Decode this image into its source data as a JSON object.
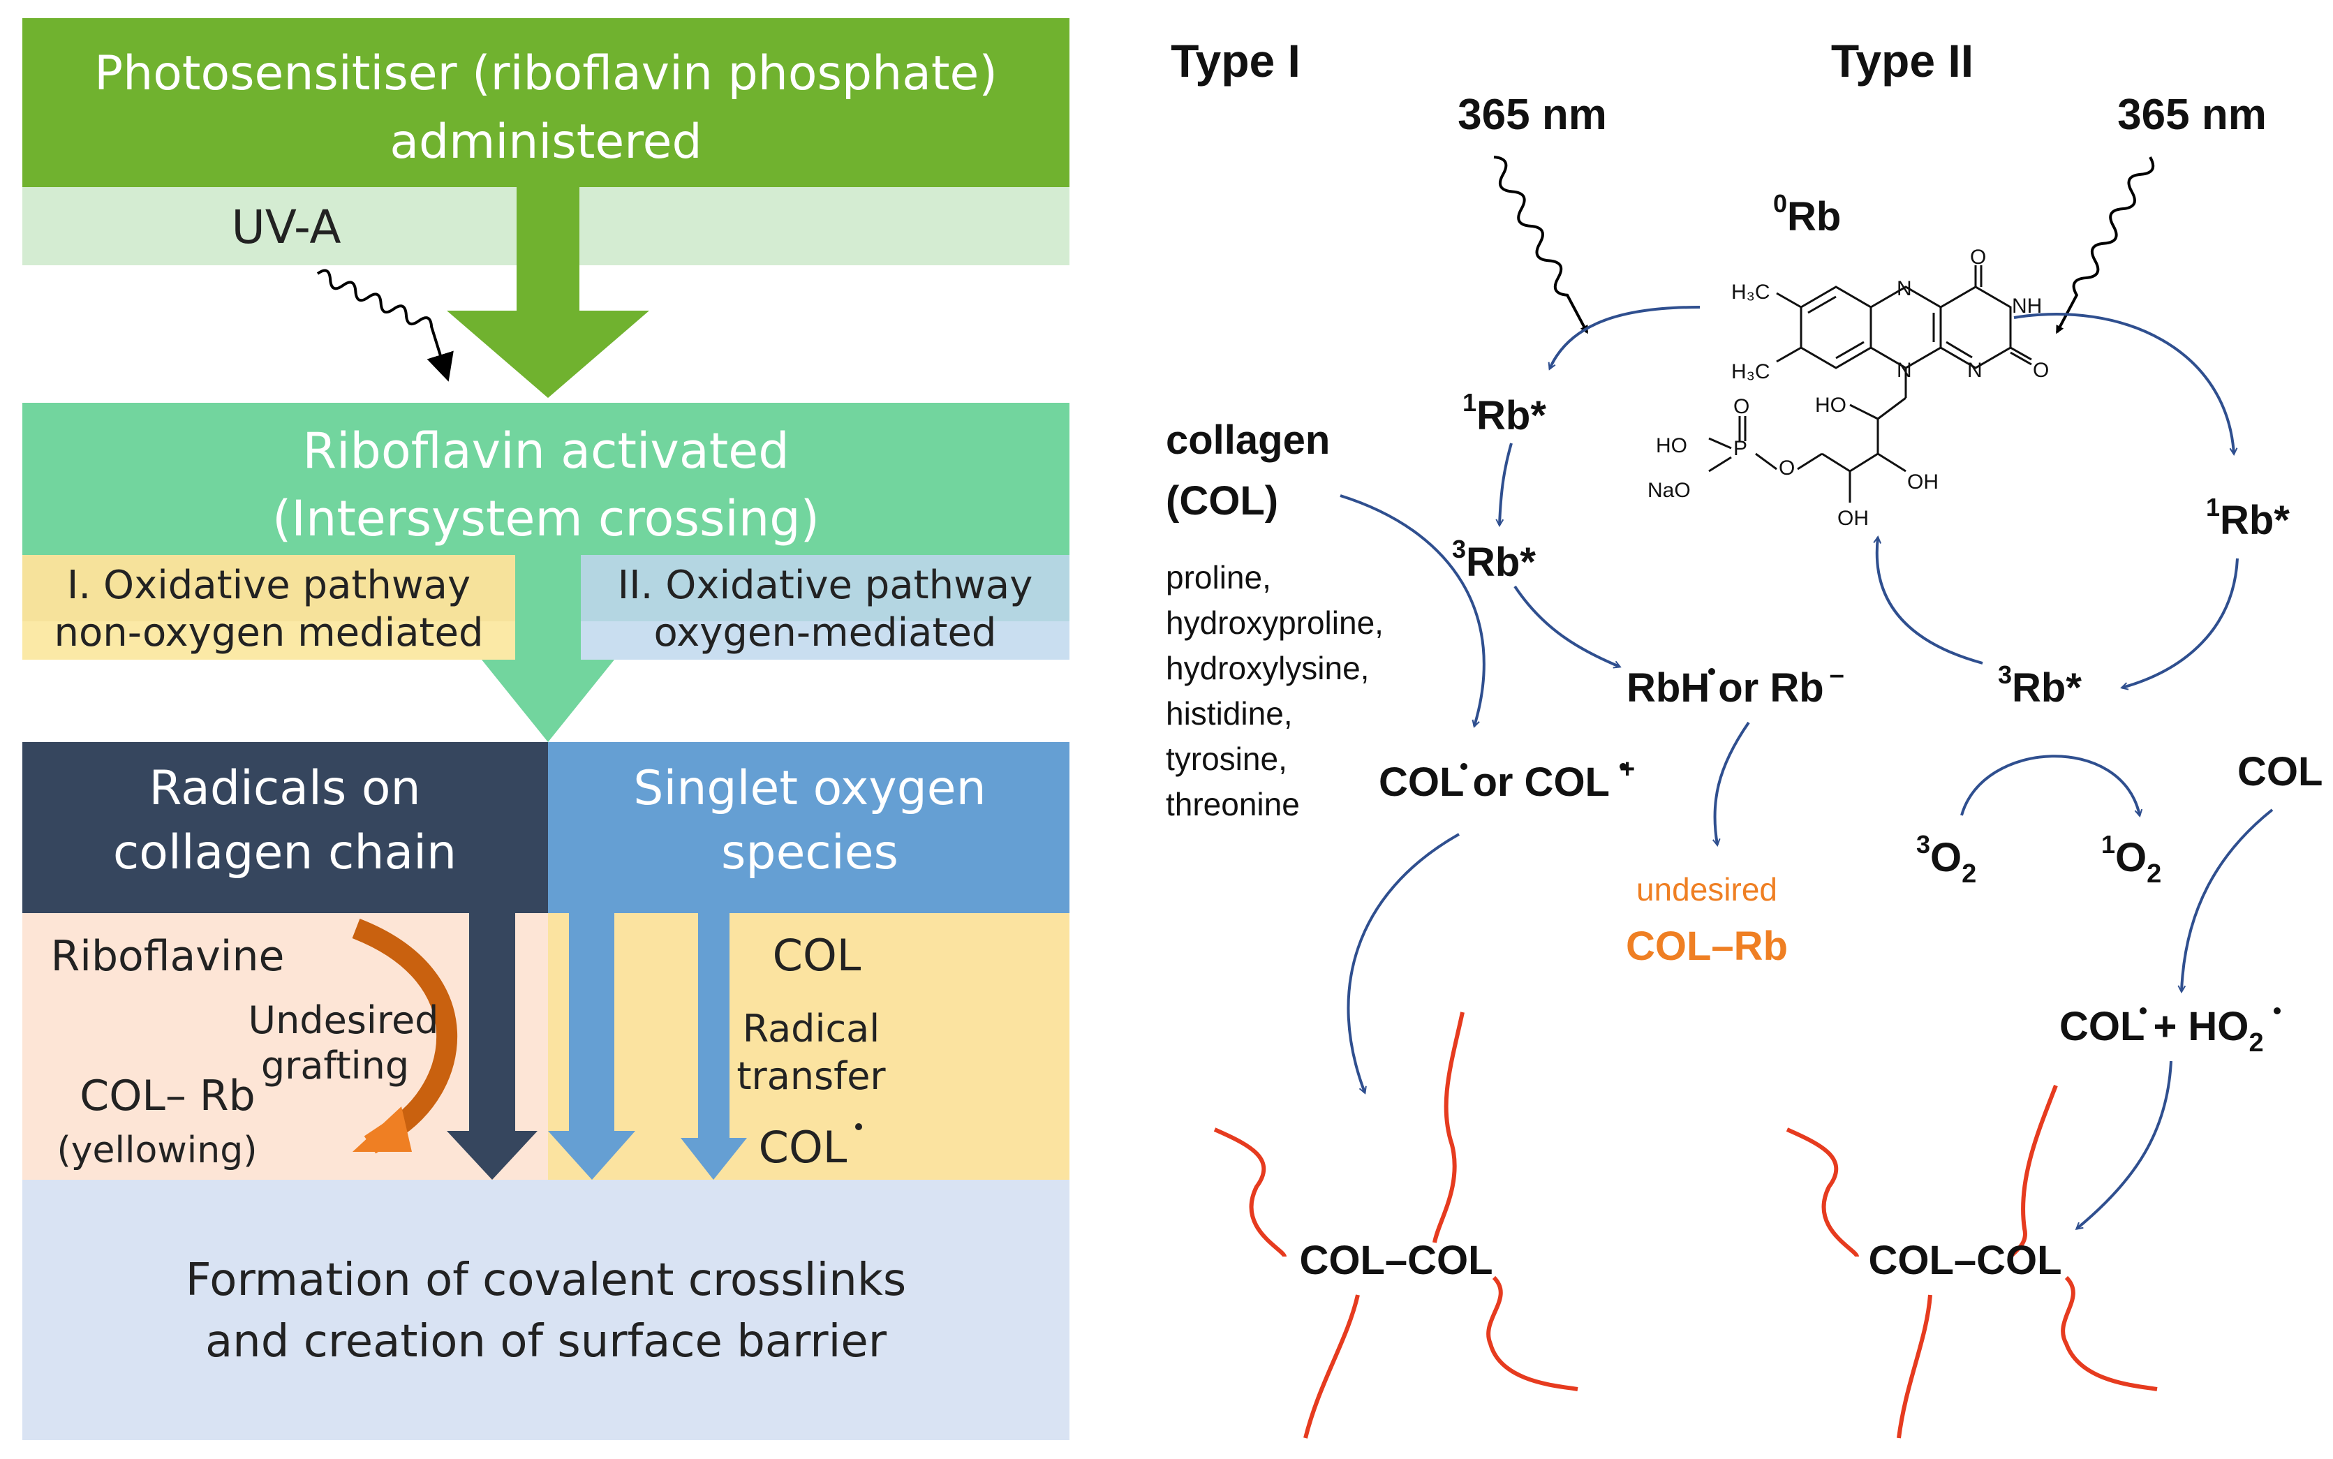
{
  "left": {
    "top_box": {
      "line1": "Photosensitiser (riboflavin phosphate)",
      "line2": "administered",
      "uv_label": "UV-A"
    },
    "activated": {
      "line1": "Riboflavin activated",
      "line2": "(Intersystem crossing)"
    },
    "path1": {
      "line1": "I. Oxidative pathway",
      "line2": "non-oxygen mediated"
    },
    "path2": {
      "line1": "II. Oxidative pathway",
      "line2": "oxygen-mediated"
    },
    "radicals": {
      "line1": "Radicals on",
      "line2": "collagen chain"
    },
    "singlet": {
      "line1": "Singlet oxygen",
      "line2": "species"
    },
    "lower_left": {
      "riboflavine": "Riboflavine",
      "undesired": "Undesired",
      "grafting": "grafting",
      "colrb": "COL– Rb",
      "yellowing": "(yellowing)"
    },
    "lower_right": {
      "col": "COL",
      "radical": "Radical",
      "transfer": "transfer",
      "col_radical": "COL"
    },
    "bottom": {
      "line1": "Formation of covalent crosslinks",
      "line2": "and creation of surface barrier"
    }
  },
  "right": {
    "type1": "Type I",
    "type2": "Type II",
    "nm1": "365 nm",
    "nm2": "365 nm",
    "rb0": {
      "sup": "0",
      "label": "Rb"
    },
    "rb1_left": {
      "sup": "1",
      "label": "Rb*"
    },
    "rb3_left": {
      "sup": "3",
      "label": "Rb*"
    },
    "rb1_right": {
      "sup": "1",
      "label": "Rb*"
    },
    "rb3_right": {
      "sup": "3",
      "label": "Rb*"
    },
    "collagen": {
      "line1": "collagen",
      "line2": "(COL)"
    },
    "residues": [
      "proline,",
      "hydroxyproline,",
      "hydroxylysine,",
      "histidine,",
      "tyrosine,",
      "threonine"
    ],
    "rbh": {
      "a": "RbH",
      "b": "or Rb",
      "c": "–"
    },
    "colrad": {
      "a": "COL",
      "b": "or COL",
      "c": "+"
    },
    "undesired": "undesired",
    "colrb": "COL–Rb",
    "o2_triplet": {
      "sup": "3",
      "label": "O",
      "sub": "2"
    },
    "o2_singlet": {
      "sup": "1",
      "label": "O",
      "sub": "2"
    },
    "col_right": "COL",
    "colho2": {
      "a": "COL",
      "b": "+ HO",
      "sub": "2"
    },
    "colcol_left": "COL–COL",
    "colcol_right": "COL–COL",
    "molecule": {
      "h3c_top": "H₃C",
      "h3c_bottom": "H₃C",
      "o_top": "O",
      "nh": "NH",
      "o_right": "O",
      "n_top": "N",
      "n_bottom": "N",
      "n_ring": "N",
      "ho_chain": "HO",
      "oh_chain1": "OH",
      "oh_chain2": "OH",
      "ho_p": "HO",
      "o_p": "O",
      "p": "P",
      "nao": "NaO",
      "o_link": "O"
    }
  },
  "colors": {
    "green_dark": "#70b22f",
    "green_light": "#d4ecd2",
    "teal": "#72d59e",
    "yellow": "#fbe9a6",
    "blue_light": "#bfdcea",
    "navy": "#36465e",
    "blue_mid": "#659fd3",
    "peach": "#fde5d6",
    "lavender": "#d9e3f3",
    "orange": "#ef7f23",
    "arrow_blue": "#2f4f8f",
    "red": "#e63b1f"
  }
}
